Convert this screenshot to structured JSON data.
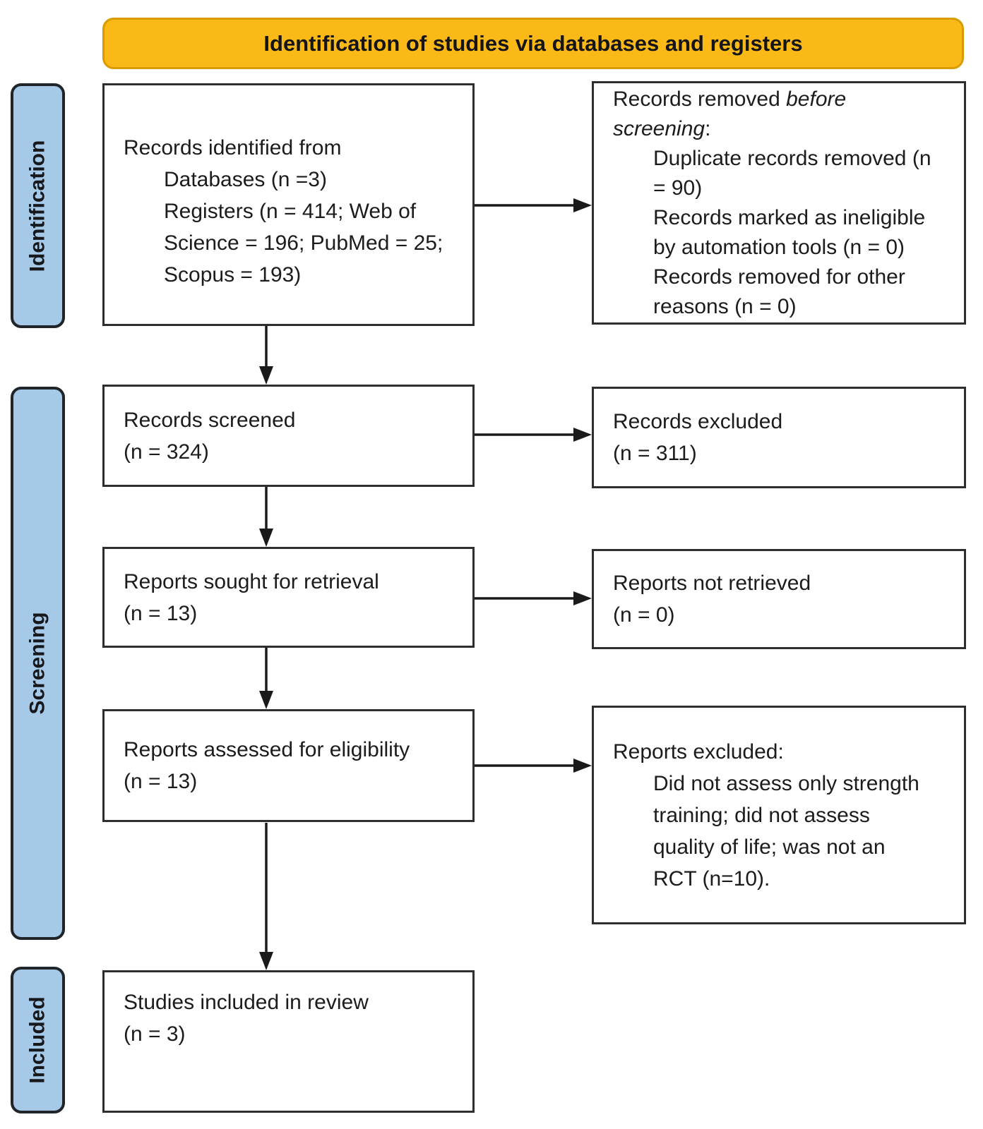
{
  "header": {
    "title": "Identification of studies via databases and registers"
  },
  "colors": {
    "header_fill": "#FBB917",
    "header_border": "#D99C00",
    "stage_fill": "#A6C9E8",
    "stage_border": "#20242B",
    "box_border": "#2E2E2E",
    "arrow": "#1A1A1A",
    "text": "#1C1C1C"
  },
  "stages": [
    {
      "label": "Identification"
    },
    {
      "label": "Screening"
    },
    {
      "label": "Included"
    }
  ],
  "boxes": {
    "records_identified": {
      "lines": [
        {
          "text": "Records identified from"
        },
        {
          "text": "Databases (n =3)"
        },
        {
          "text": "Registers (n = 414; Web of"
        },
        {
          "text": "Science = 196; PubMed = 25;"
        },
        {
          "text": "Scopus = 193)"
        }
      ]
    },
    "records_removed": {
      "line1_normal": "Records removed ",
      "line1_italic": "before",
      "line2_italic": "screening",
      "line2_normal": ":",
      "lines": [
        {
          "text": "Duplicate records removed (n"
        },
        {
          "text": "= 90)"
        },
        {
          "text": "Records marked as ineligible"
        },
        {
          "text": "by automation tools (n = 0)"
        },
        {
          "text": "Records removed for other"
        },
        {
          "text": "reasons (n = 0)"
        }
      ]
    },
    "records_screened": {
      "line1": "Records screened",
      "line2": "(n = 324)"
    },
    "records_excluded": {
      "line1": "Records excluded",
      "line2": "(n = 311)"
    },
    "reports_sought": {
      "line1": "Reports sought for retrieval",
      "line2": "(n = 13)"
    },
    "reports_not_retrieved": {
      "line1": "Reports not retrieved",
      "line2": "(n = 0)"
    },
    "reports_assessed": {
      "line1": "Reports assessed for eligibility",
      "line2": "(n = 13)"
    },
    "reports_excluded": {
      "lines": [
        {
          "text": "Reports excluded:"
        },
        {
          "text": "Did not assess only strength"
        },
        {
          "text": "training; did not assess"
        },
        {
          "text": "quality of life; was not an"
        },
        {
          "text": "RCT (n=10)."
        }
      ]
    },
    "studies_included": {
      "line1": "Studies included in review",
      "line2": "(n = 3)"
    }
  }
}
